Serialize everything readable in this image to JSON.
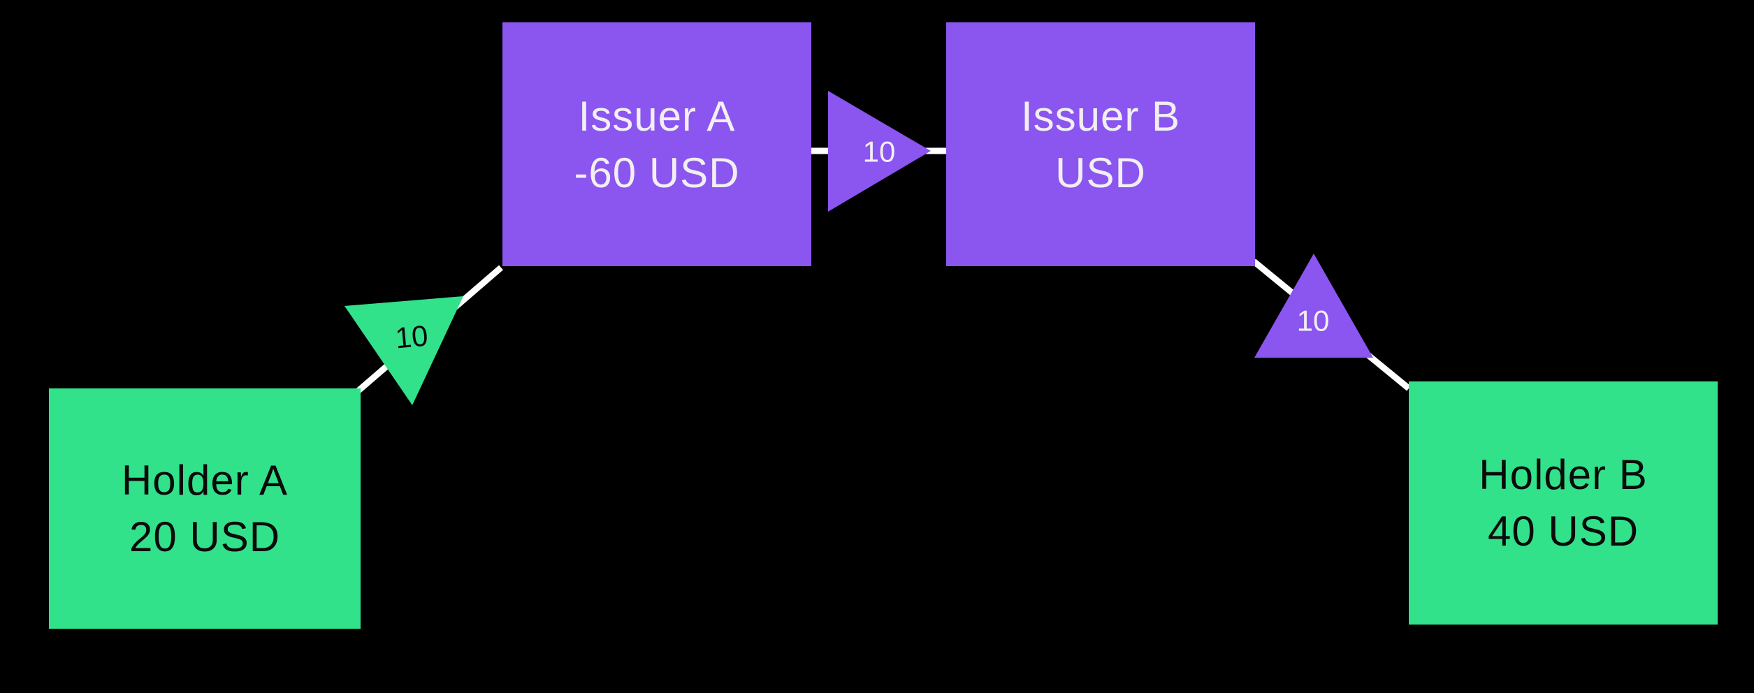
{
  "diagram": {
    "background": "#000000",
    "colors": {
      "issuer_node": "#8B55F0",
      "holder_node": "#31E28B",
      "edge_line": "#FFFFFF",
      "issuer_node_text": "#F2EFF2",
      "holder_node_text": "#0B0B0B",
      "amount_text_on_purple": "#F2EFF2",
      "amount_text_on_green": "#0B0B0B"
    },
    "nodes": {
      "issuer_a": {
        "title": "Issuer A",
        "balance": "-60 USD"
      },
      "issuer_b": {
        "title": "Issuer B",
        "balance": "USD"
      },
      "holder_a": {
        "title": "Holder A",
        "balance": "20 USD"
      },
      "holder_b": {
        "title": "Holder B",
        "balance": "40 USD"
      }
    },
    "edges": {
      "holder_a_issuer_a": {
        "amount": "10"
      },
      "issuer_a_issuer_b": {
        "amount": "10"
      },
      "issuer_b_holder_b": {
        "amount": "10"
      }
    }
  }
}
